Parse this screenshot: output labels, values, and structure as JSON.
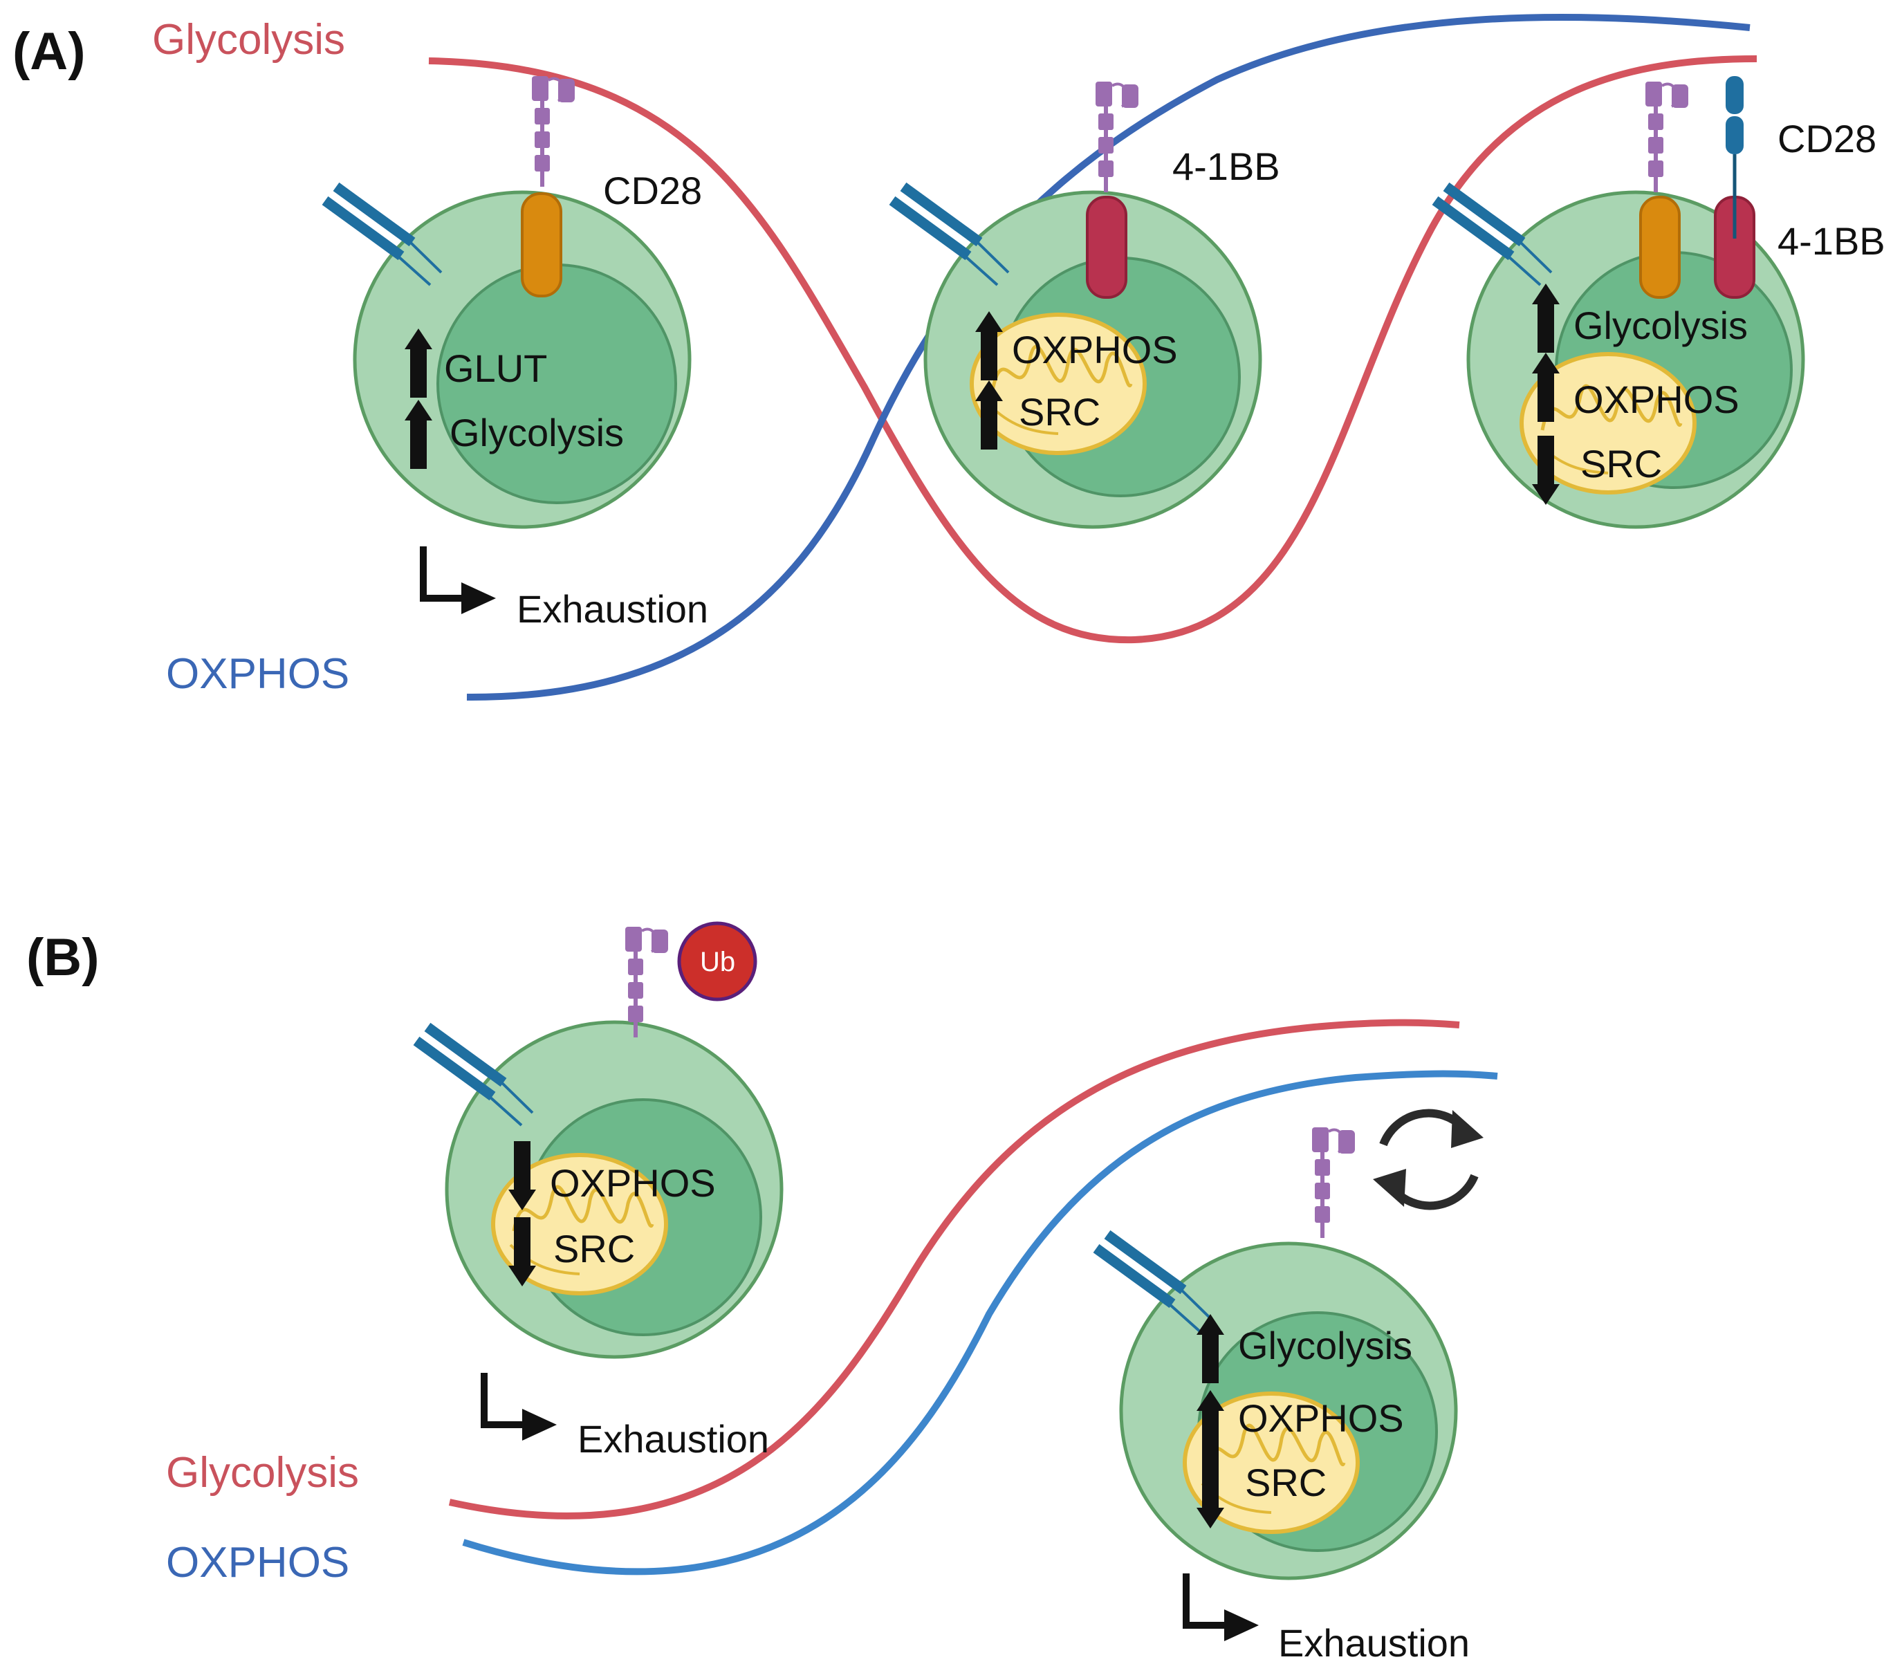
{
  "panel_a": {
    "label": "(A)",
    "curve_glycolysis": "Glycolysis",
    "curve_oxphos": "OXPHOS",
    "cell1": {
      "receptor": "CD28",
      "up1": "GLUT",
      "up2": "Glycolysis",
      "outcome": "Exhaustion"
    },
    "cell2": {
      "receptor": "4-1BB",
      "up1": "OXPHOS",
      "up2": "SRC"
    },
    "cell3": {
      "receptor1": "CD28",
      "receptor2": "4-1BB",
      "up1": "Glycolysis",
      "up2": "OXPHOS",
      "down1": "SRC"
    }
  },
  "panel_b": {
    "label": "(B)",
    "curve_glycolysis": "Glycolysis",
    "curve_oxphos": "OXPHOS",
    "cell1": {
      "tag": "Ub",
      "down1": "OXPHOS",
      "down2": "SRC",
      "outcome": "Exhaustion"
    },
    "cell2": {
      "up1": "Glycolysis",
      "up2": "OXPHOS",
      "down1": "SRC",
      "outcome": "Exhaustion"
    }
  },
  "colors": {
    "glycolysis_curve": "#d4545e",
    "oxphos_curve_a": "#3a67b5",
    "oxphos_curve_b": "#3d86cc",
    "cell_outer": "#a8d5b2",
    "cell_inner": "#6db98b",
    "mitochondria": "#fbe9a8",
    "cd28": "#d98a0f",
    "bb41": "#b8324f",
    "car": "#9b6db0",
    "tcr": "#1f6fa0",
    "ubiquitin": "#cc2f2a"
  }
}
